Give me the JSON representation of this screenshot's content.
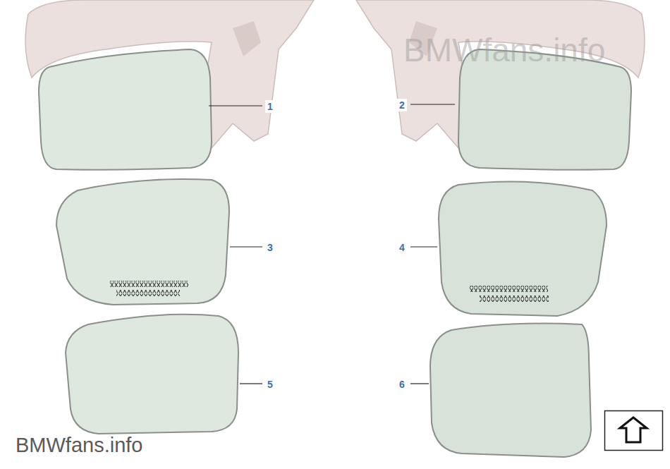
{
  "diagram": {
    "labels": [
      "1",
      "2",
      "3",
      "4",
      "5",
      "6",
      "BMWfans.info",
      "BMWfans.info"
    ]
  }
}
